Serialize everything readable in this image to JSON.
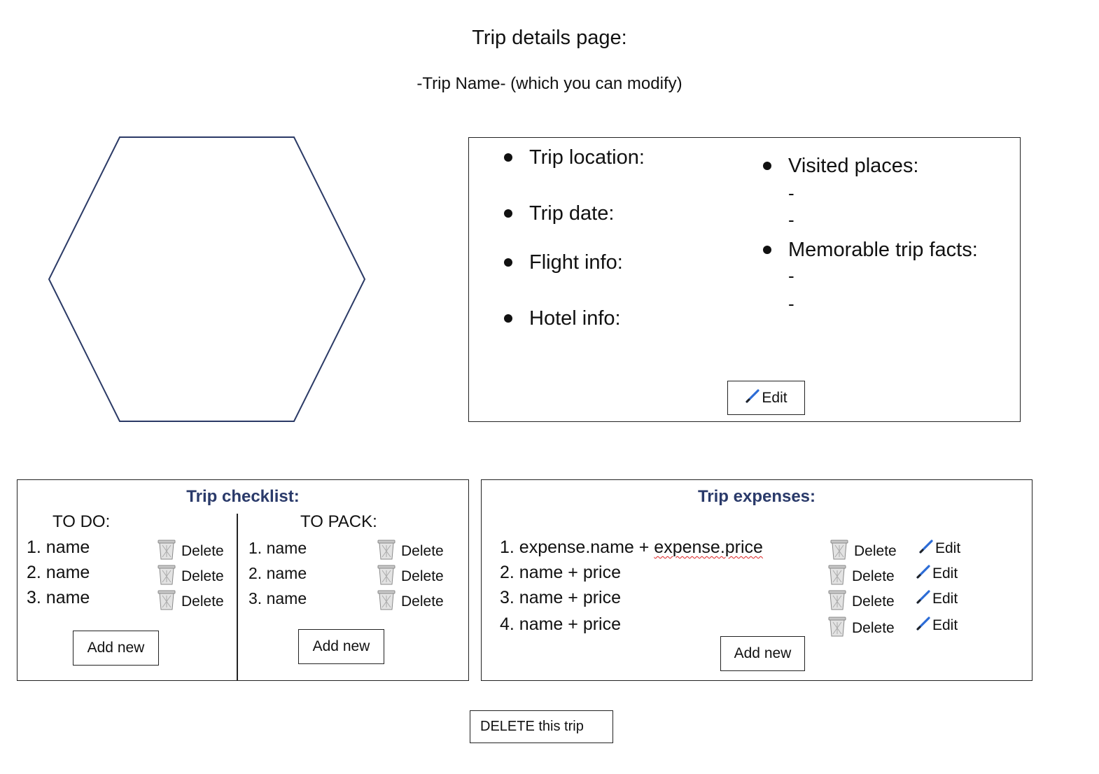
{
  "page": {
    "title": "Trip details page:",
    "subtitle": "-Trip Name- (which you can modify)"
  },
  "details": {
    "left_bullets": [
      "Trip location:",
      "Trip date:",
      "Flight info:",
      "Hotel info:"
    ],
    "right_sections": [
      {
        "label": "Visited places:",
        "entries": [
          "-",
          "-"
        ]
      },
      {
        "label": "Memorable trip facts:",
        "entries": [
          "-",
          "-"
        ]
      }
    ],
    "edit_label": "Edit"
  },
  "checklist": {
    "title": "Trip checklist:",
    "todo": {
      "heading": "TO DO:",
      "items": [
        "1. name",
        "2. name",
        "3. name"
      ],
      "delete_label": "Delete",
      "add_label": "Add new"
    },
    "topack": {
      "heading": "TO PACK:",
      "items": [
        "1. name",
        "2. name",
        "3. name"
      ],
      "delete_label": "Delete",
      "add_label": "Add new"
    }
  },
  "expenses": {
    "title": "Trip expenses:",
    "items": [
      {
        "prefix": "1. expense.name + ",
        "flagged": "expense.price"
      },
      {
        "prefix": "2. name + price",
        "flagged": ""
      },
      {
        "prefix": "3. name + price",
        "flagged": ""
      },
      {
        "prefix": "4. name + price",
        "flagged": ""
      }
    ],
    "delete_label": "Delete",
    "edit_label": "Edit",
    "add_label": "Add new"
  },
  "footer": {
    "delete_trip_label": "DELETE this trip"
  },
  "colors": {
    "section_title": "#2a3a6a",
    "hexagon_stroke": "#2b3a66",
    "spellcheck": "#d22222"
  },
  "icons": [
    "trash-icon",
    "pencil-icon"
  ]
}
